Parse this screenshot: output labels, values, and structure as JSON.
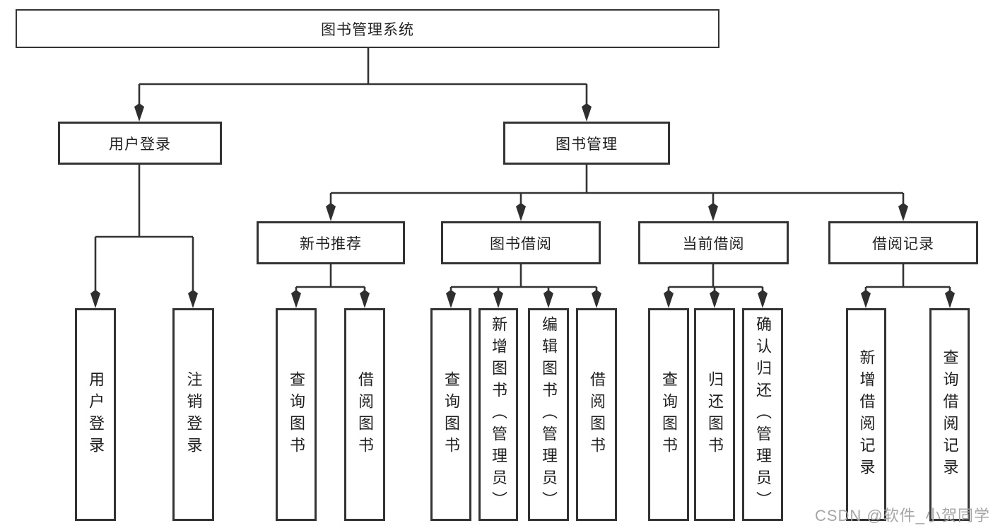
{
  "diagram": {
    "root": "图书管理系统",
    "level2": [
      "用户登录",
      "图书管理"
    ],
    "level3": [
      "新书推荐",
      "图书借阅",
      "当前借阅",
      "借阅记录"
    ],
    "leaves": {
      "user_login": [
        "用户登录",
        "注销登录"
      ],
      "new_book": [
        "查询图书",
        "借阅图书"
      ],
      "book_borrow": [
        "查询图书",
        "新增图书（管理员）",
        "编辑图书（管理员）",
        "借阅图书"
      ],
      "current_borrow": [
        "查询图书",
        "归还图书",
        "确认归还（管理员）"
      ],
      "borrow_records": [
        "新增借阅记录",
        "查询借阅记录"
      ]
    }
  },
  "watermark": "CSDN @软件_小贺同学",
  "colors": {
    "line": "#333333",
    "box_border": "#333333",
    "text": "#1f1f1f",
    "watermark": "#a6a6a6",
    "background": "#ffffff"
  }
}
